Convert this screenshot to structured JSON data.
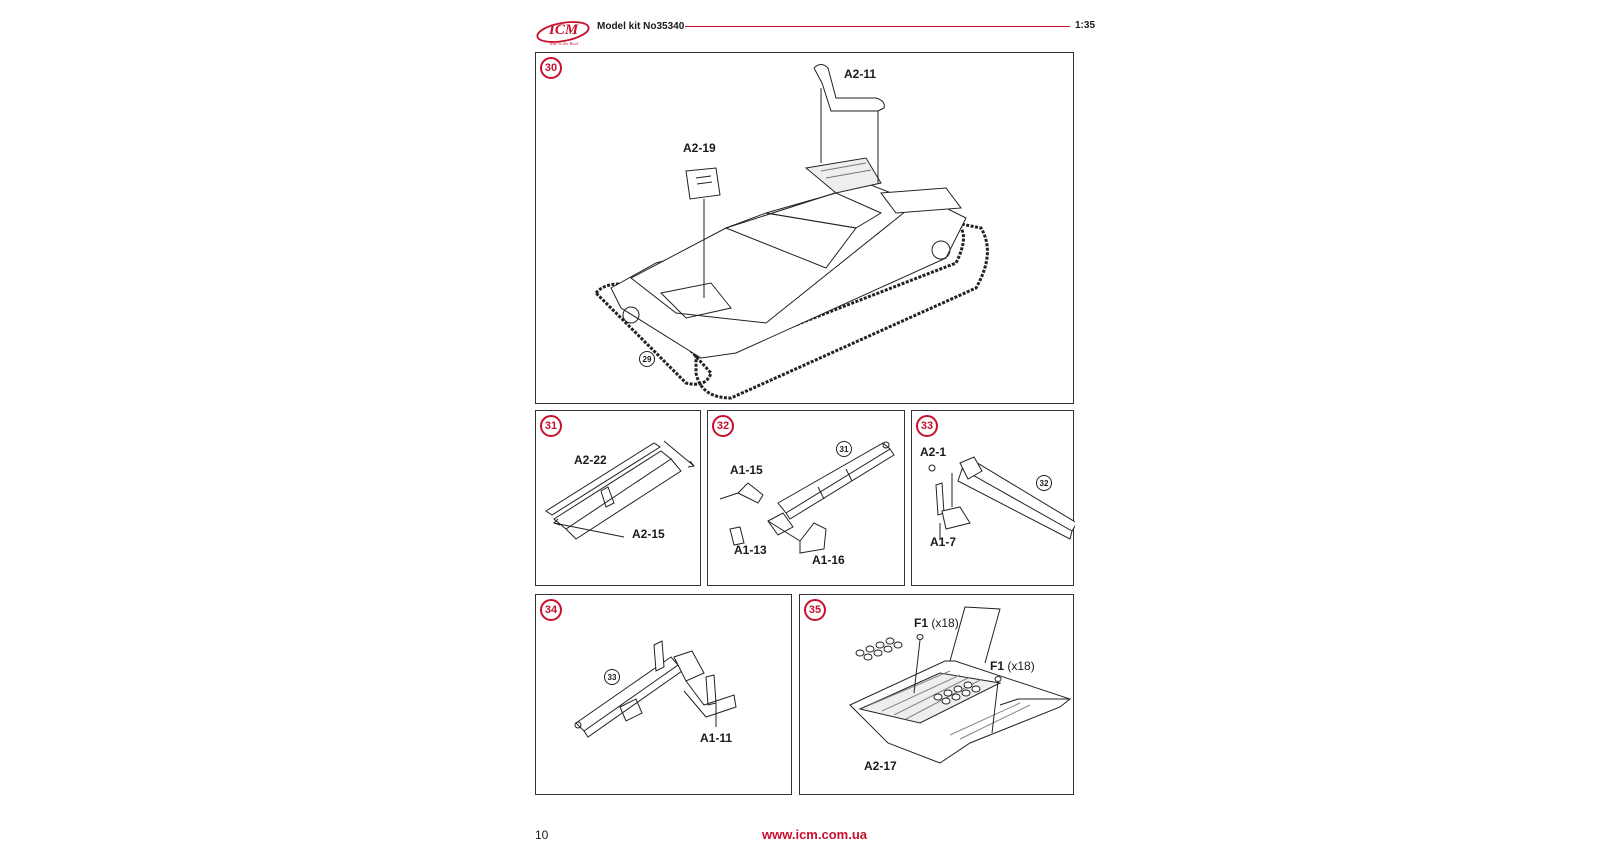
{
  "header": {
    "logo_text": "ICM",
    "logo_tagline": "True to the Real",
    "model_kit": "Model kit No35340",
    "scale": "1:35"
  },
  "colors": {
    "accent": "#c8102e",
    "line": "#333333"
  },
  "steps": [
    {
      "number": "30",
      "parts": [
        "A2-11",
        "A2-19"
      ],
      "refs": [
        "29"
      ]
    },
    {
      "number": "31",
      "parts": [
        "A2-22",
        "A2-15"
      ],
      "refs": []
    },
    {
      "number": "32",
      "parts": [
        "A1-15",
        "A1-13",
        "A1-16"
      ],
      "refs": [
        "31"
      ]
    },
    {
      "number": "33",
      "parts": [
        "A2-1",
        "A1-7"
      ],
      "refs": [
        "32"
      ]
    },
    {
      "number": "34",
      "parts": [
        "A1-11"
      ],
      "refs": [
        "33"
      ]
    },
    {
      "number": "35",
      "parts": [
        {
          "id": "F1",
          "qty": "(x18)"
        },
        {
          "id": "F1",
          "qty": "(x18)"
        },
        "A2-17"
      ],
      "refs": []
    }
  ],
  "footer": {
    "page_number": "10",
    "website": "www.icm.com.ua"
  }
}
